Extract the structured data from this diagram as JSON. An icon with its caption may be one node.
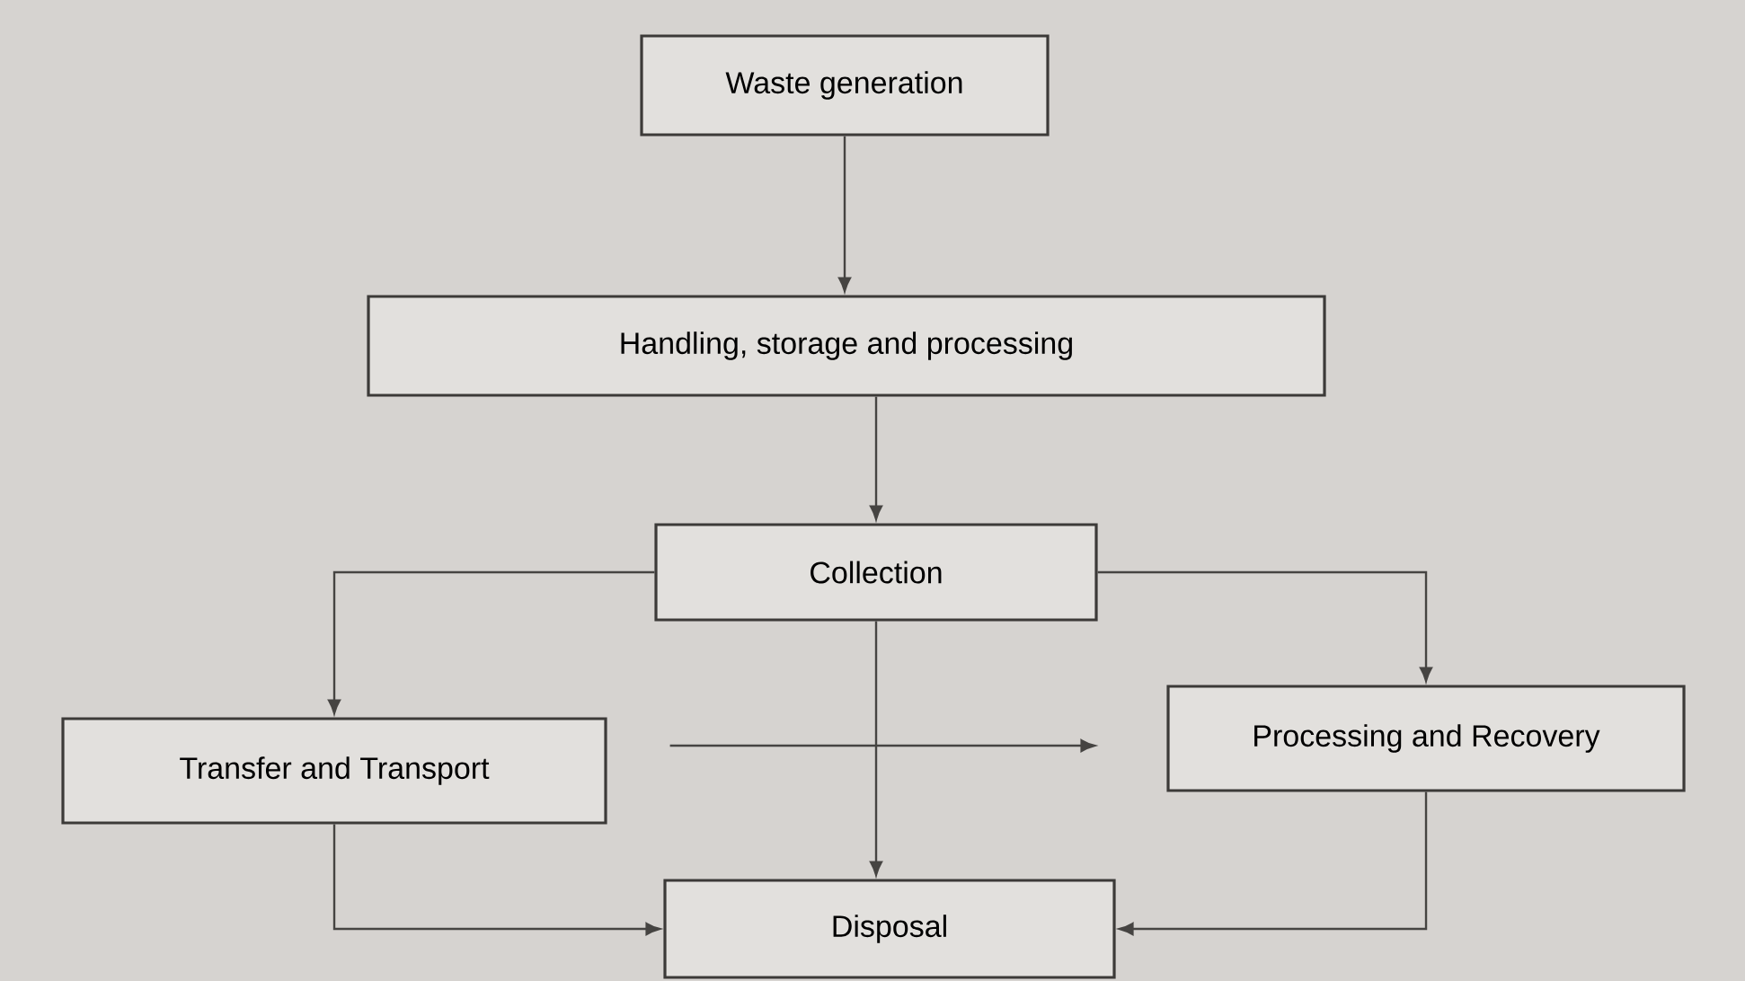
{
  "diagram": {
    "nodes": [
      {
        "text": [
          "Waste generation"
        ]
      },
      {
        "text": [
          "Handling, storage and processing"
        ]
      },
      {
        "text": [
          "Collection"
        ]
      },
      {
        "text": [
          "Transfer and Transport"
        ]
      },
      {
        "text": [
          "Processing and Recovery"
        ]
      },
      {
        "text": [
          "Disposal"
        ]
      }
    ],
    "edges": [
      {
        "from": 0,
        "to": 1,
        "arrow": "to"
      },
      {
        "from": 1,
        "to": 2,
        "arrow": "to"
      },
      {
        "from": 2,
        "to": 3,
        "arrow": "to"
      },
      {
        "from": 2,
        "to": 4,
        "arrow": "to"
      },
      {
        "from": 2,
        "to": 5,
        "arrow": "to"
      },
      {
        "from": 3,
        "to": 4,
        "arrow": "to"
      },
      {
        "from": 3,
        "to": 5,
        "arrow": "to"
      },
      {
        "from": 4,
        "to": 5,
        "arrow": "to"
      }
    ]
  }
}
